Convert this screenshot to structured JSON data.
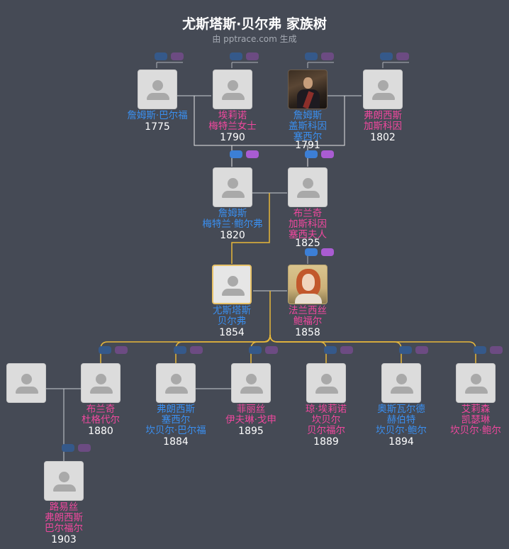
{
  "header": {
    "title": "尤斯塔斯·贝尔弗 家族树",
    "subtitle": "由 pptrace.com 生成"
  },
  "colors": {
    "background": "#454a55",
    "male": "#3a8ff0",
    "female": "#f0489e",
    "line": "#c9cdd3",
    "descent_line": "#e8b83a"
  },
  "people": [
    {
      "id": "p1",
      "name": [
        "詹姆斯·巴尔福"
      ],
      "year": "1775",
      "gender": "male",
      "photo": "placeholder"
    },
    {
      "id": "p2",
      "name": [
        "埃莉诺",
        "梅特兰女士"
      ],
      "year": "1790",
      "gender": "female",
      "photo": "placeholder"
    },
    {
      "id": "p3",
      "name": [
        "詹姆斯",
        "盖斯科因",
        "塞西尔"
      ],
      "year": "1791",
      "gender": "male",
      "photo": "portrait-man"
    },
    {
      "id": "p4",
      "name": [
        "弗朗西斯",
        "加斯科因"
      ],
      "year": "1802",
      "gender": "female",
      "photo": "placeholder"
    },
    {
      "id": "p5",
      "name": [
        "詹姆斯",
        "梅特兰·鲍尔弗"
      ],
      "year": "1820",
      "gender": "male",
      "photo": "placeholder"
    },
    {
      "id": "p6",
      "name": [
        "布兰奇",
        "加斯科因",
        "塞西夫人"
      ],
      "year": "1825",
      "gender": "female",
      "photo": "placeholder"
    },
    {
      "id": "p7",
      "name": [
        "尤斯塔斯",
        "贝尔弗"
      ],
      "year": "1854",
      "gender": "male",
      "photo": "placeholder",
      "selected": true
    },
    {
      "id": "p8",
      "name": [
        "法兰西丝",
        "鲍福尔"
      ],
      "year": "1858",
      "gender": "female",
      "photo": "portrait-woman"
    },
    {
      "id": "p9",
      "name": [],
      "year": "",
      "gender": "unknown",
      "photo": "placeholder"
    },
    {
      "id": "p10",
      "name": [
        "布兰奇",
        "杜格代尔"
      ],
      "year": "1880",
      "gender": "female",
      "photo": "placeholder"
    },
    {
      "id": "p11",
      "name": [
        "弗朗西斯",
        "塞西尔",
        "坎贝尔·巴尔福"
      ],
      "year": "1884",
      "gender": "male",
      "photo": "placeholder"
    },
    {
      "id": "p12",
      "name": [
        "菲丽丝",
        "伊夫琳·戈申"
      ],
      "year": "1895",
      "gender": "female",
      "photo": "placeholder"
    },
    {
      "id": "p13",
      "name": [
        "琼·埃莉诺",
        "坎贝尔",
        "贝尔福尔"
      ],
      "year": "1889",
      "gender": "female",
      "photo": "placeholder"
    },
    {
      "id": "p14",
      "name": [
        "奥斯瓦尔德",
        "赫伯特",
        "坎贝尔·鲍尔"
      ],
      "year": "1894",
      "gender": "male",
      "photo": "placeholder"
    },
    {
      "id": "p15",
      "name": [
        "艾莉森",
        "凯瑟琳",
        "坎贝尔·鲍尔"
      ],
      "year": "",
      "gender": "female",
      "photo": "placeholder"
    },
    {
      "id": "p16",
      "name": [
        "路易丝",
        "弗朗西斯",
        "巴尔福尔"
      ],
      "year": "1903",
      "gender": "female",
      "photo": "placeholder"
    }
  ]
}
